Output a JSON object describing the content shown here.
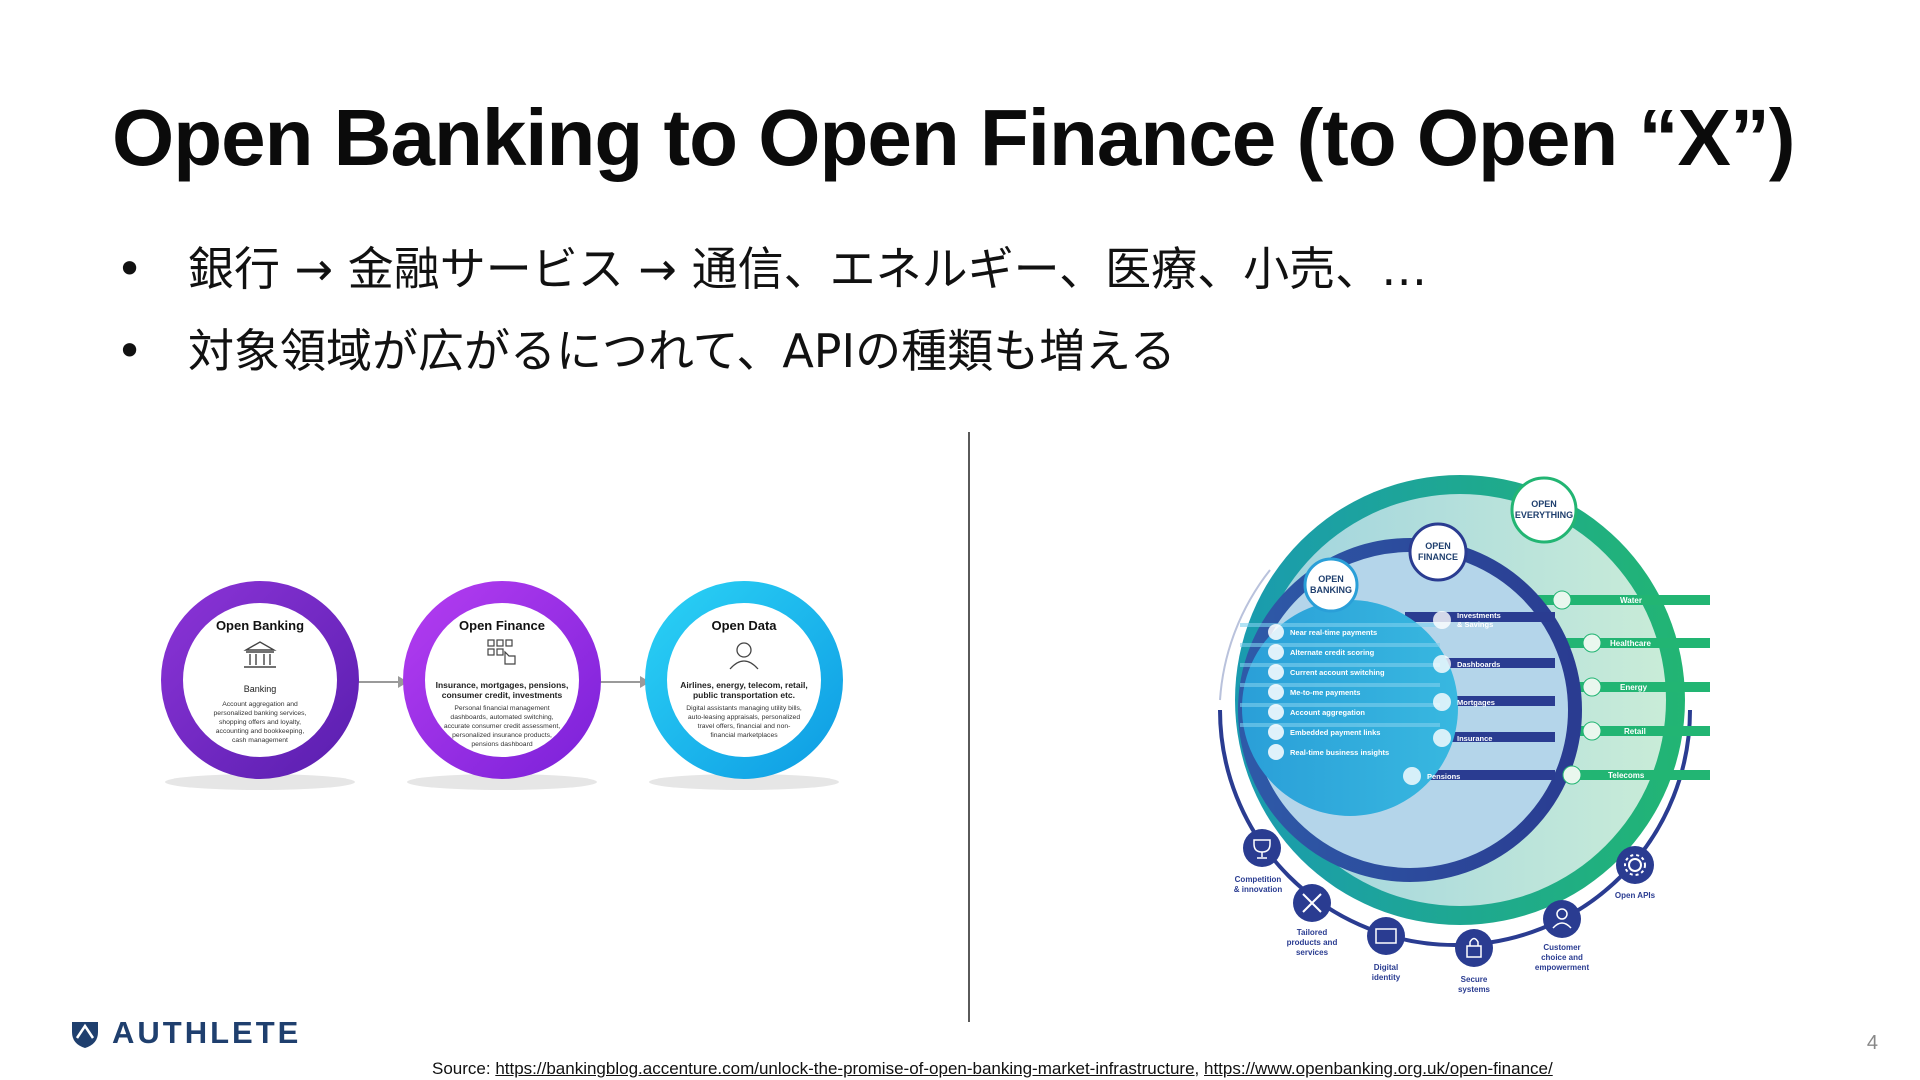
{
  "slide": {
    "title": "Open Banking to Open Finance (to Open “X”)",
    "bullets": [
      {
        "symbol": "•",
        "text": "銀行 → 金融サービス → 通信、エネルギー、医療、小売、…"
      },
      {
        "symbol": "•",
        "text": "対象領域が広がるにつれて、APIの種類も増える"
      }
    ],
    "page_number": "4"
  },
  "left_figure": {
    "circles": [
      {
        "title": "Open Banking",
        "subtitle": "Banking",
        "desc": [
          "Account aggregation and",
          "personalized banking services,",
          "shopping offers and loyalty,",
          "accounting and bookkeeping,",
          "cash management"
        ]
      },
      {
        "title": "Open Finance",
        "subtitle": "Insurance, mortgages, pensions,",
        "subtitle2": "consumer credit, investments",
        "desc": [
          "Personal financial management",
          "dashboards, automated switching,",
          "accurate consumer credit assessment,",
          "personalized insurance products,",
          "pensions dashboard"
        ]
      },
      {
        "title": "Open Data",
        "subtitle": "Airlines, energy, telecom, retail,",
        "subtitle2": "public transportation etc.",
        "desc": [
          "Digital assistants managing utility bills,",
          "auto-leasing appraisals, personalized",
          "travel offers, financial and non-",
          "financial marketplaces"
        ]
      }
    ],
    "colors": {
      "c1": "#7a2fc9",
      "c2": "#9b30e8",
      "c3": "#1ab4ef"
    }
  },
  "right_figure": {
    "badges": {
      "open_banking": [
        "OPEN",
        "BANKING"
      ],
      "open_finance": [
        "OPEN",
        "FINANCE"
      ],
      "open_everything": [
        "OPEN",
        "EVERYTHING"
      ]
    },
    "banking_items": [
      "Near real-time payments",
      "Alternate credit scoring",
      "Current account switching",
      "Me-to-me payments",
      "Account aggregation",
      "Embedded payment links",
      "Real-time business insights"
    ],
    "finance_items": [
      [
        "Investments",
        "& Savings"
      ],
      [
        "Dashboards"
      ],
      [
        "Mortgages"
      ],
      [
        "Insurance"
      ],
      [
        "Pensions"
      ]
    ],
    "everything_items": [
      "Water",
      "Healthcare",
      "Energy",
      "Retail",
      "Telecoms"
    ],
    "outer_items": [
      {
        "lines": [
          "Competition",
          "& innovation"
        ]
      },
      {
        "lines": [
          "Tailored",
          "products and",
          "services"
        ]
      },
      {
        "lines": [
          "Digital",
          "identity"
        ]
      },
      {
        "lines": [
          "Secure",
          "systems"
        ]
      },
      {
        "lines": [
          "Customer",
          "choice and",
          "empowerment"
        ]
      },
      {
        "lines": [
          "Open APIs"
        ]
      }
    ],
    "colors": {
      "teal": "#1aa79a",
      "green": "#21b573",
      "navy": "#2a3c91",
      "blue": "#2a9fd8",
      "cyan": "#2bb6e6"
    }
  },
  "footer": {
    "logo_text": "AUTHLETE",
    "source_prefix": "Source: ",
    "source_link1": "https://bankingblog.accenture.com/unlock-the-promise-of-open-banking-market-infrastructure",
    "source_sep": ", ",
    "source_link2": "https://www.openbanking.org.uk/open-finance/"
  }
}
